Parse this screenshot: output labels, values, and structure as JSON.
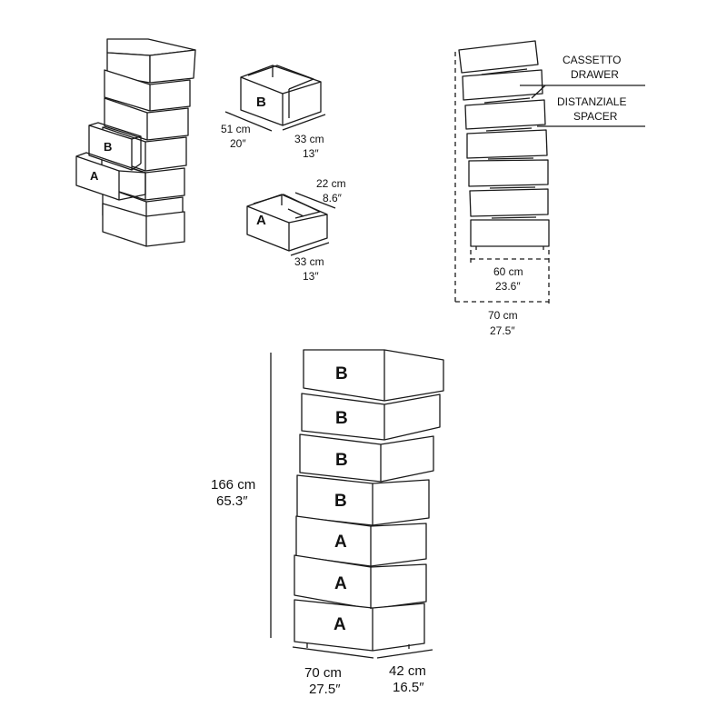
{
  "drawer_b": {
    "letter": "B",
    "depth_cm": "51 cm",
    "depth_in": "20″",
    "width_cm": "33 cm",
    "width_in": "13″"
  },
  "drawer_a": {
    "letter": "A",
    "height_cm": "22 cm",
    "height_in": "8.6″",
    "width_cm": "33 cm",
    "width_in": "13″"
  },
  "side_view": {
    "labels": [
      {
        "it": "CASSETTO",
        "en": "DRAWER"
      },
      {
        "it": "DISTANZIALE",
        "en": "SPACER"
      }
    ],
    "inner_width_cm": "60 cm",
    "inner_width_in": "23.6″",
    "outer_width_cm": "70 cm",
    "outer_width_in": "27.5″"
  },
  "front_view": {
    "drawer_letters": [
      "B",
      "B",
      "B",
      "B",
      "A",
      "A",
      "A"
    ],
    "height_cm": "166 cm",
    "height_in": "65.3″",
    "width_cm": "70 cm",
    "width_in": "27.5″",
    "depth_cm": "42 cm",
    "depth_in": "16.5″"
  },
  "iso_view": {
    "open_labels": [
      "B",
      "A"
    ]
  },
  "colors": {
    "line": "#1a1a1a",
    "background": "#ffffff"
  }
}
